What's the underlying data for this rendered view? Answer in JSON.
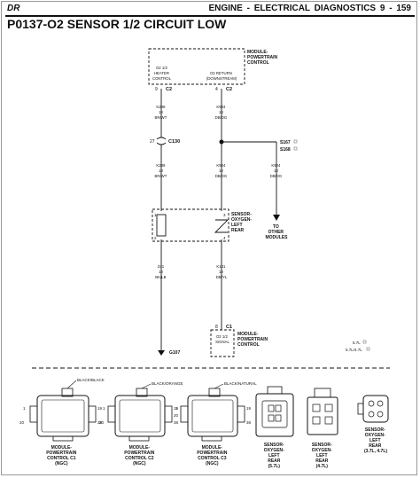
{
  "header": {
    "left": "DR",
    "right": "ENGINE - ELECTRICAL DIAGNOSTICS   9 - 159"
  },
  "title": "P0137-O2 SENSOR 1/2 CIRCUIT LOW",
  "pcm_top": {
    "name_lines": [
      "MODULE-",
      "POWERTRAIN",
      "CONTROL"
    ],
    "pin_left_lines": [
      "O2 1/2",
      "HEATER",
      "CONTROL"
    ],
    "pin_right_lines": [
      "O2 RETURN",
      "(DOWNSTREAM)"
    ],
    "pin_left_num": "9",
    "pin_right_num": "4",
    "conn_left": "C2",
    "conn_right": "C2"
  },
  "wires": {
    "k289_a": [
      "K289",
      "18",
      "BR/WT"
    ],
    "k904_a": [
      "K904",
      "18",
      "DB/DG"
    ],
    "k289_b": [
      "K289",
      "18",
      "BR/WT"
    ],
    "k904_b": [
      "K904",
      "18",
      "DB/DG"
    ],
    "k904_c": [
      "K904",
      "18",
      "DB/DG"
    ],
    "z41": [
      "Z41",
      "18",
      "BK/LB"
    ],
    "k141": [
      "K141",
      "18",
      "DB/YL"
    ]
  },
  "c130": {
    "pin": "27",
    "label": "C130"
  },
  "splices": {
    "s167": "S167",
    "s168": "S168"
  },
  "sensor": {
    "lines": [
      "SENSOR-",
      "OXYGEN-",
      "LEFT",
      "REAR"
    ],
    "pins": [
      "1",
      "2",
      "3",
      "4"
    ]
  },
  "to_other": [
    "TO",
    "OTHER",
    "MODULES"
  ],
  "pcm_bottom": {
    "pin_num": "8",
    "conn": "C1",
    "pin_lines": [
      "O2 1/2",
      "SIGNAL"
    ],
    "name_lines": [
      "MODULE-",
      "POWERTRAIN",
      "CONTROL"
    ]
  },
  "ground": "G107",
  "notes": [
    "5.7L",
    "5.7L/4.7L"
  ],
  "connectors": [
    {
      "color": "BLACK/BLACK",
      "name_lines": [
        "MODULE-",
        "POWERTRAIN",
        "CONTROL C1",
        "(NGC)"
      ]
    },
    {
      "color": "BLACK/ORANGE",
      "name_lines": [
        "MODULE-",
        "POWERTRAIN",
        "CONTROL C2",
        "(NGC)"
      ]
    },
    {
      "color": "BLACK/NATURAL",
      "name_lines": [
        "MODULE-",
        "POWERTRAIN",
        "CONTROL C3",
        "(NGC)"
      ]
    },
    {
      "color": "",
      "name_lines": [
        "SENSOR-",
        "OXYGEN-",
        "LEFT",
        "REAR",
        "(5.7L)"
      ]
    },
    {
      "color": "",
      "name_lines": [
        "SENSOR-",
        "OXYGEN-",
        "LEFT",
        "REAR",
        "(4.7L)"
      ]
    },
    {
      "color": "",
      "name_lines": [
        "SENSOR-",
        "OXYGEN-",
        "LEFT",
        "REAR",
        "(3.7L, 4.7L)"
      ]
    }
  ],
  "pin_numbers": {
    "c1": [
      "1",
      "19",
      "20",
      "38"
    ],
    "c2": [
      "1",
      "19",
      "20",
      "38"
    ],
    "c3": [
      "1",
      "19",
      "20",
      "38"
    ]
  }
}
